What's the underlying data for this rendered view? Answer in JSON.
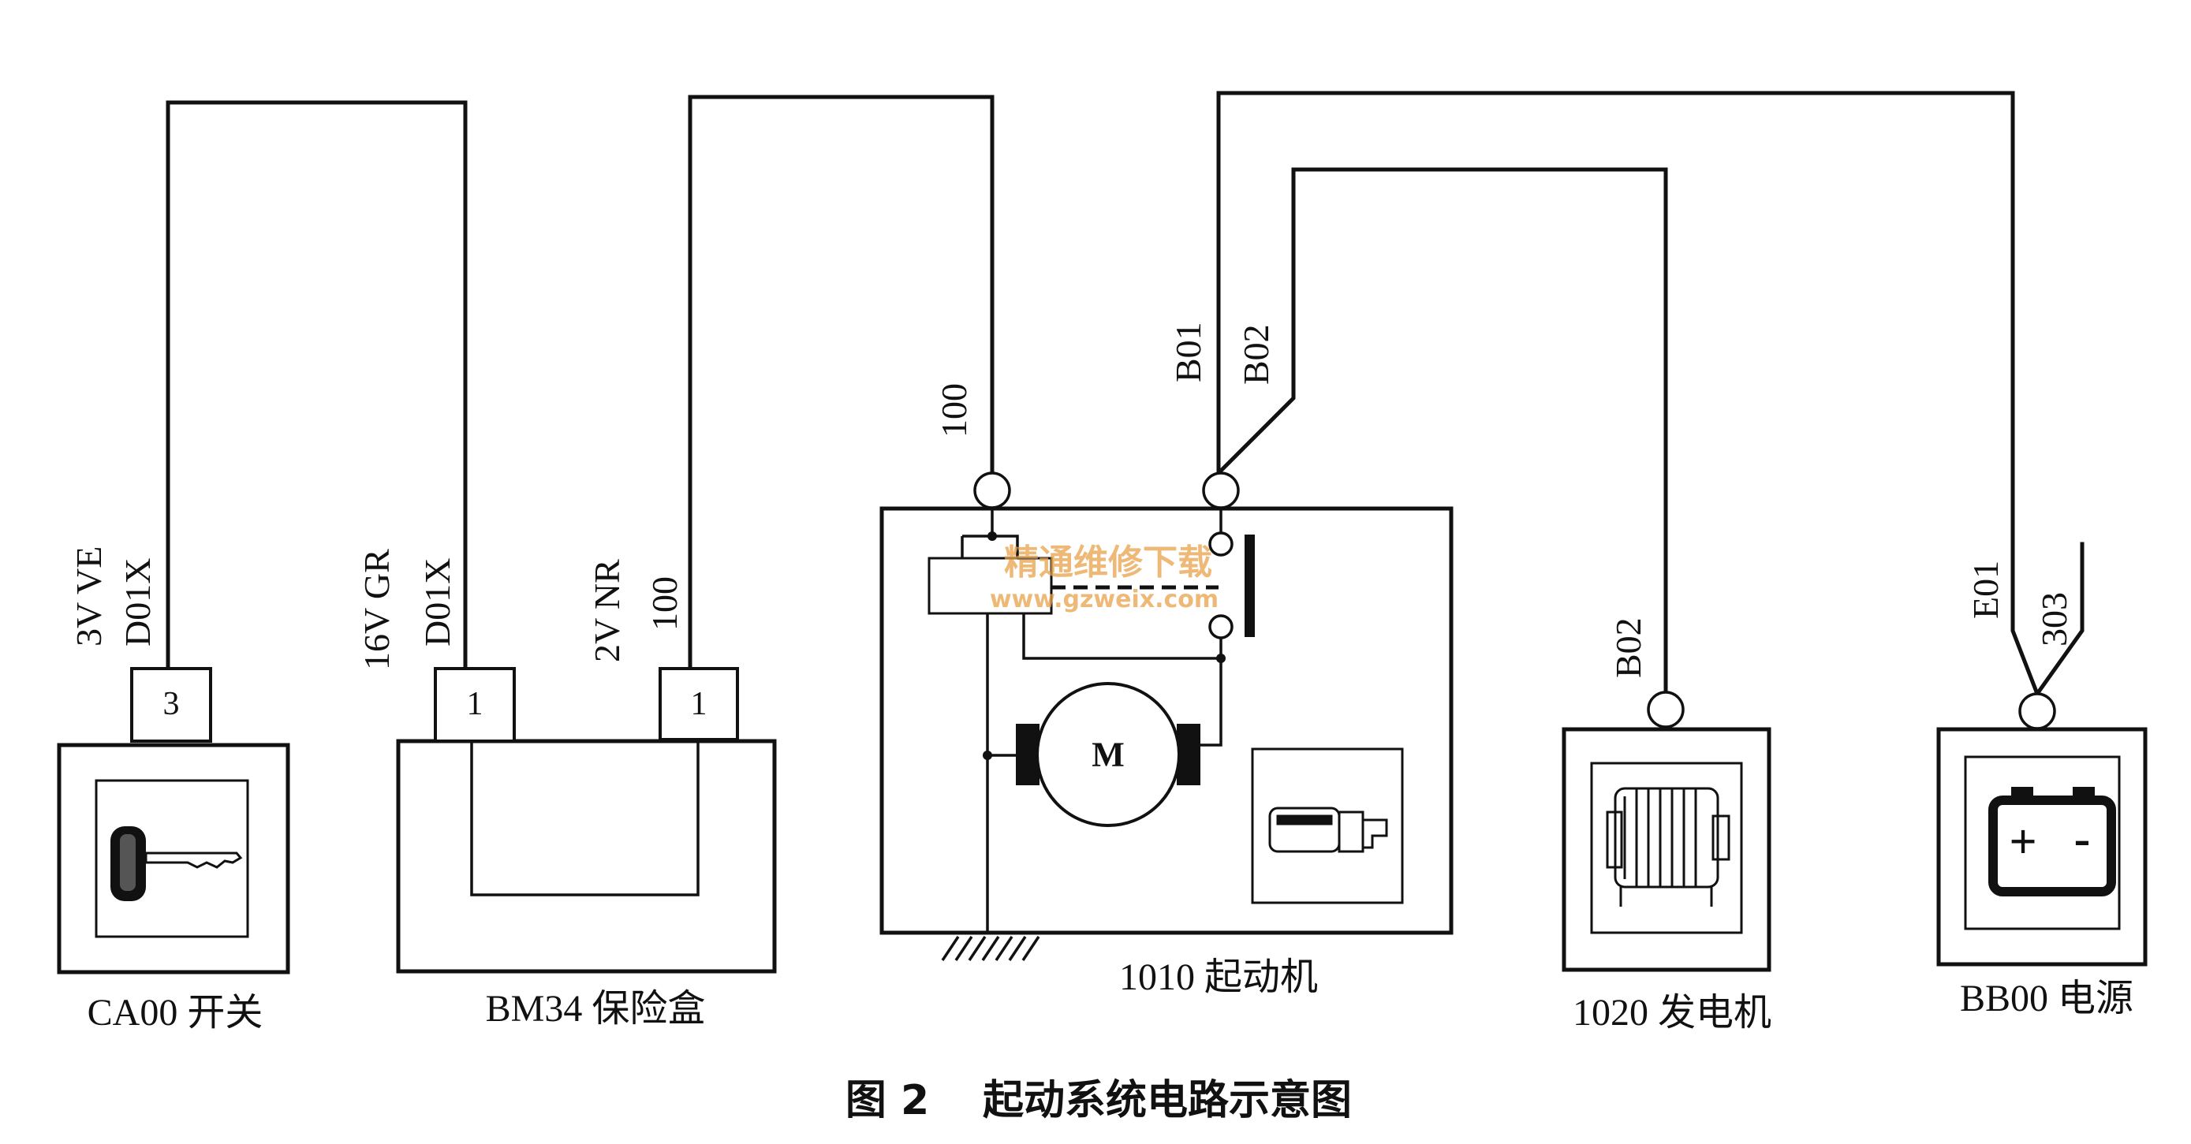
{
  "caption": {
    "figure": "图 2",
    "title": "起动系统电路示意图"
  },
  "components": {
    "switch": {
      "name": "CA00 开关",
      "pin": "3",
      "wire_color": "3V  VE",
      "wire_code": "D01X"
    },
    "fusebox": {
      "name": "BM34 保险盒",
      "left_pin": "1",
      "left_wire_color": "16V GR",
      "left_wire_code": "D01X",
      "right_pin": "1",
      "right_wire_color": "2V  NR",
      "right_wire_code": "100"
    },
    "starter": {
      "name": "1010 起动机",
      "motor_label": "M",
      "term_100": "100",
      "term_b01": "B01",
      "term_b02": "B02"
    },
    "alternator": {
      "name": "1020 发电机",
      "wire_code": "B02"
    },
    "battery": {
      "name": "BB00 电源",
      "wire_e01": "E01",
      "wire_303": "303",
      "plus": "+",
      "minus": "-"
    }
  },
  "watermark": {
    "text": "精通维修下载",
    "url": "www.gzweix.com"
  },
  "colors": {
    "line": "#111111",
    "watermark": "#e9a24a",
    "background": "#ffffff"
  }
}
